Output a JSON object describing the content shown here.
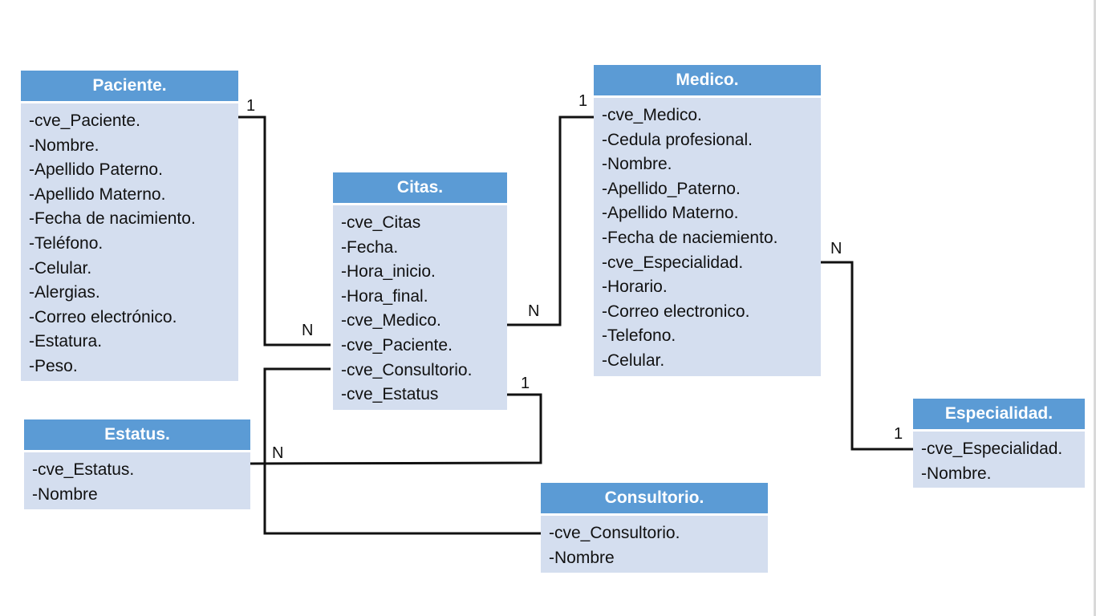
{
  "entities": {
    "paciente": {
      "title": "Paciente.",
      "attributes": [
        "-cve_Paciente.",
        "-Nombre.",
        "-Apellido Paterno.",
        "-Apellido Materno.",
        "-Fecha de nacimiento.",
        "-Teléfono.",
        "-Celular.",
        "-Alergias.",
        "-Correo electrónico.",
        "-Estatura.",
        "-Peso."
      ]
    },
    "citas": {
      "title": "Citas.",
      "attributes": [
        "-cve_Citas",
        "-Fecha.",
        "-Hora_inicio.",
        "-Hora_final.",
        "-cve_Medico.",
        "-cve_Paciente.",
        "-cve_Consultorio.",
        "-cve_Estatus"
      ]
    },
    "medico": {
      "title": "Medico.",
      "attributes": [
        "-cve_Medico.",
        "-Cedula profesional.",
        "-Nombre.",
        "-Apellido_Paterno.",
        "-Apellido Materno.",
        "-Fecha de naciemiento.",
        "-cve_Especialidad.",
        "-Horario.",
        "-Correo electronico.",
        "-Telefono.",
        "-Celular."
      ]
    },
    "estatus": {
      "title": "Estatus.",
      "attributes": [
        "-cve_Estatus.",
        "-Nombre"
      ]
    },
    "consultorio": {
      "title": "Consultorio.",
      "attributes": [
        "-cve_Consultorio.",
        "-Nombre"
      ]
    },
    "especialidad": {
      "title": "Especialidad.",
      "attributes": [
        "-cve_Especialidad.",
        "-Nombre."
      ]
    }
  },
  "relationships": [
    {
      "from": "Paciente.cve_Paciente",
      "to": "Citas.cve_Paciente",
      "from_card": "1",
      "to_card": "N"
    },
    {
      "from": "Medico.cve_Medico",
      "to": "Citas.cve_Medico",
      "from_card": "1",
      "to_card": "N"
    },
    {
      "from": "Citas.cve_Estatus",
      "to": "Estatus.cve_Estatus",
      "from_card": "1",
      "to_card": "N"
    },
    {
      "from": "Citas.cve_Consultorio",
      "to": "Consultorio.cve_Consultorio",
      "from_card": "",
      "to_card": ""
    },
    {
      "from": "Medico.cve_Especialidad",
      "to": "Especialidad.cve_Especialidad",
      "from_card": "N",
      "to_card": "1"
    }
  ],
  "colors": {
    "header": "#5b9bd5",
    "body": "#d4deef",
    "line": "#111111"
  }
}
